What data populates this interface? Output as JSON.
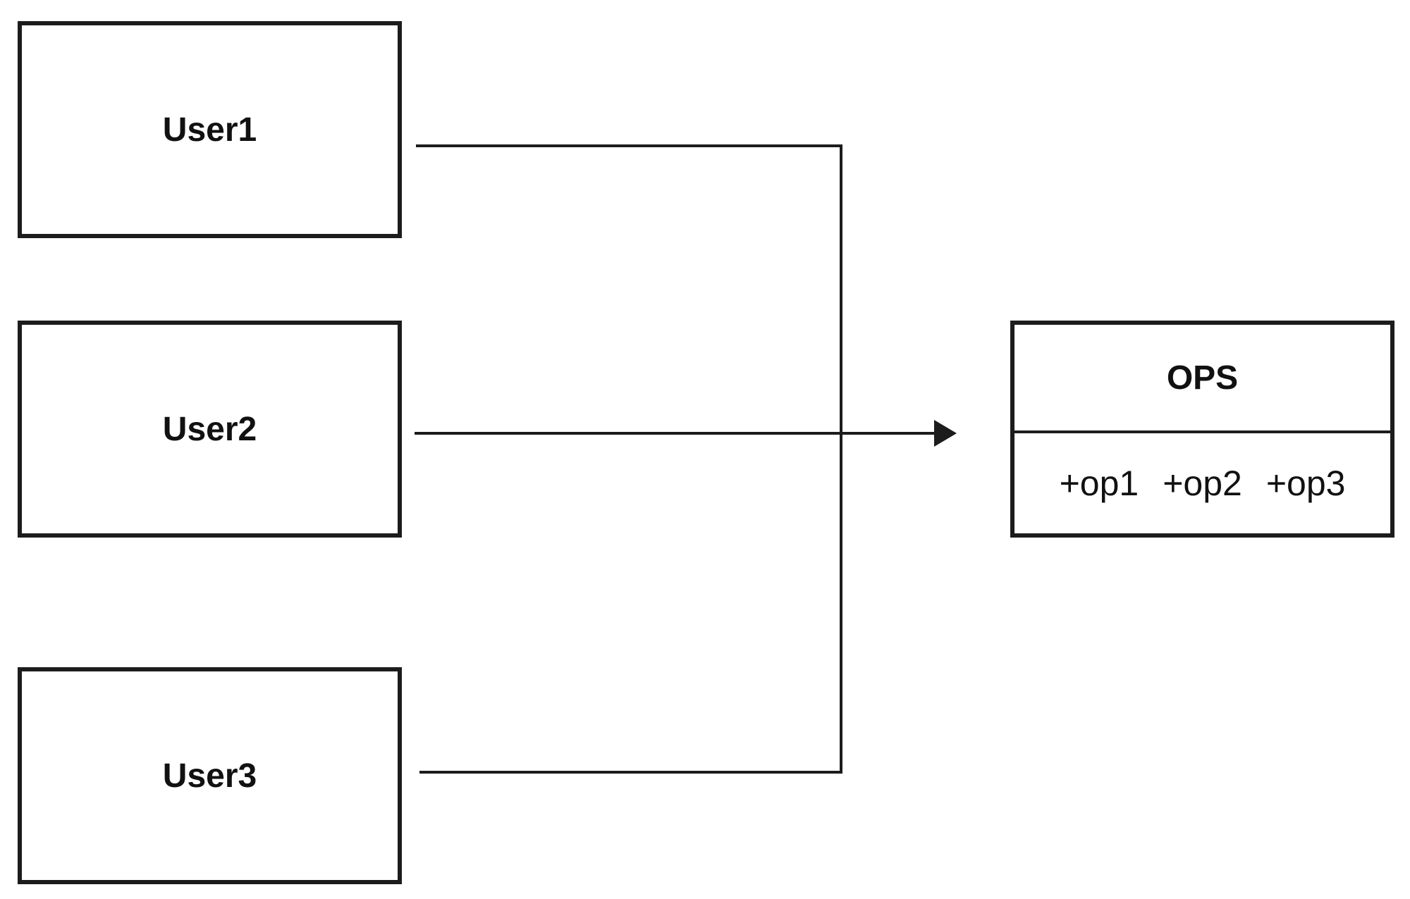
{
  "users": [
    {
      "label": "User1"
    },
    {
      "label": "User2"
    },
    {
      "label": "User3"
    }
  ],
  "ops": {
    "title": "OPS",
    "operations": [
      "+op1",
      "+op2",
      "+op3"
    ]
  },
  "colors": {
    "stroke": "#1c1c1c",
    "text": "#111111",
    "background": "#ffffff"
  }
}
